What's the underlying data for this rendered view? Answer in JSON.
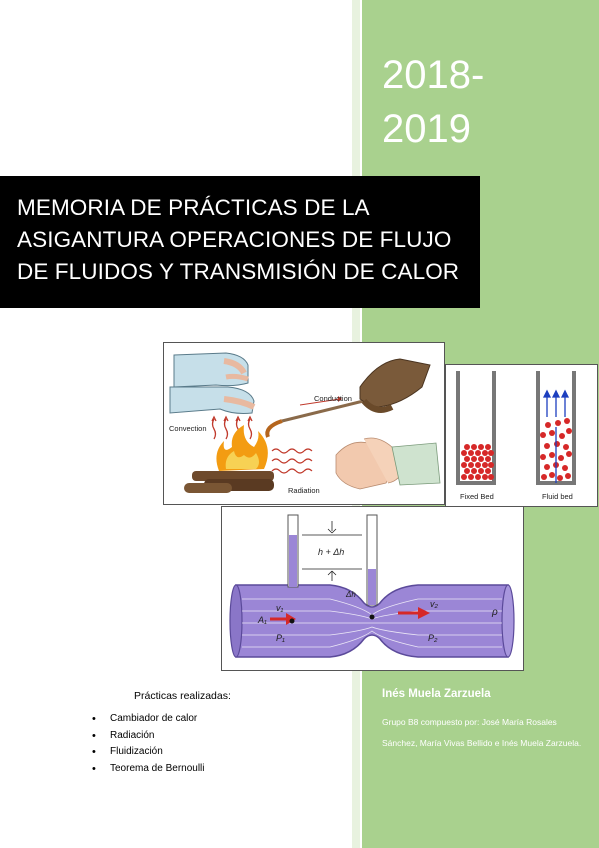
{
  "cover": {
    "year": "2018-\n2019",
    "year_line1": "2018-",
    "year_line2": "2019",
    "title_line1": "MEMORIA DE PRÁCTICAS DE LA",
    "title_line2": "ASIGANTURA OPERACIONES DE FLUJO",
    "title_line3": "DE FLUIDOS Y TRANSMISIÓN DE CALOR",
    "author": "Inés Muela Zarzuela",
    "description": "Grupo B8 compuesto por: José María Rosales Sánchez, María Vivas Bellido e Inés Muela Zarzuela.",
    "practicas_title": "Prácticas realizadas:",
    "practicas": [
      "Cambiador de calor",
      "Radiación",
      "Fluidización",
      "Teorema de Bernoulli"
    ]
  },
  "figures": {
    "heat": {
      "conduction": "Conduction",
      "convection": "Convection",
      "radiation": "Radiation"
    },
    "bed": {
      "fixed": "Fixed Bed",
      "fluid": "Fluid bed"
    },
    "venturi": {
      "h_label": "h + Δh",
      "dh_label": "Δh",
      "v1": "v₁",
      "v2": "v₂",
      "a1": "A₁",
      "p1": "P₁",
      "p2": "P₂",
      "rho": "ρ"
    }
  },
  "colors": {
    "accent_green": "#a9d18e",
    "title_bg": "#000000",
    "pipe_purple": "#9b86d6"
  }
}
